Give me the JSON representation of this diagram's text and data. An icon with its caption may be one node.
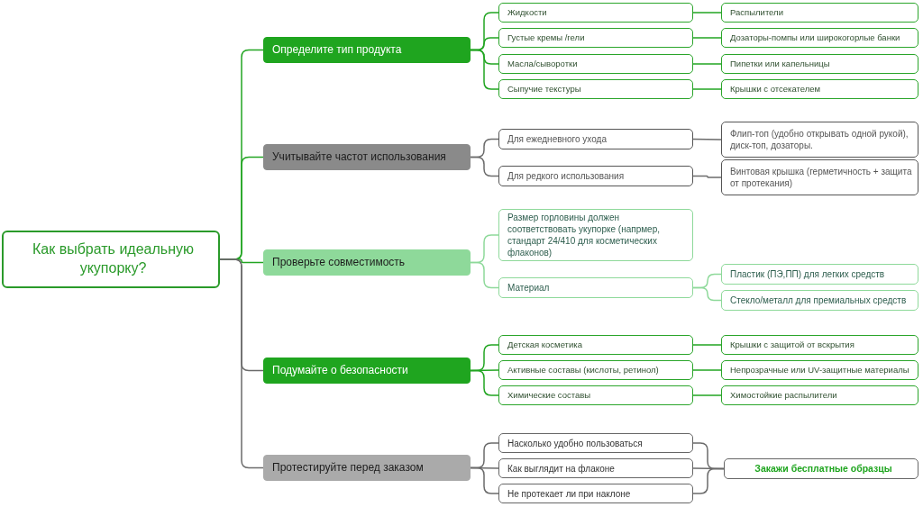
{
  "diagram": {
    "nodes": [
      {
        "text": [
          "Как выбрать идеальную укупорку?"
        ]
      },
      {
        "text": [
          "Определите тип продукта"
        ]
      },
      {
        "text": [
          "Жидкости"
        ]
      },
      {
        "text": [
          "Густые кремы /гели"
        ]
      },
      {
        "text": [
          "Масла/сыворотки"
        ]
      },
      {
        "text": [
          "Сыпучие текстуры"
        ]
      },
      {
        "text": [
          "Распылители"
        ]
      },
      {
        "text": [
          "Дозаторы-помпы или широкогорлые банки"
        ]
      },
      {
        "text": [
          "Пипетки или капельницы"
        ]
      },
      {
        "text": [
          "Крышки с отсекателем"
        ]
      },
      {
        "text": [
          "Учитывайте частот использования"
        ]
      },
      {
        "text": [
          "Для ежедневного ухода"
        ]
      },
      {
        "text": [
          "Для редкого использования"
        ]
      },
      {
        "text": [
          "Флип-топ (удобно открывать одной рукой), диск-топ, дозаторы."
        ]
      },
      {
        "text": [
          "Винтовая крышка (герметичность + защита от протекания)"
        ]
      },
      {
        "text": [
          "Проверьте совместимость"
        ]
      },
      {
        "text": [
          "Размер горловины должен соответствовать укупорке (напрмер, стандарт 24/410 для косметических флаконов)"
        ]
      },
      {
        "text": [
          "Материал"
        ]
      },
      {
        "text": [
          "Пластик (ПЭ,ПП) для легких средств"
        ]
      },
      {
        "text": [
          "Стекло/металл для премиальных средств"
        ]
      },
      {
        "text": [
          "Подумайте о безопасности"
        ]
      },
      {
        "text": [
          "Детская косметика"
        ]
      },
      {
        "text": [
          "Активные составы (кислоты, ретинол)"
        ]
      },
      {
        "text": [
          "Химические составы"
        ]
      },
      {
        "text": [
          "Крышки с защитой от вскрытия"
        ]
      },
      {
        "text": [
          "Непрозрачные или UV-защитные материалы"
        ]
      },
      {
        "text": [
          "Химостойкие распылители"
        ]
      },
      {
        "text": [
          "Протестируйте перед заказом"
        ]
      },
      {
        "text": [
          "Насколько удобно пользоваться"
        ]
      },
      {
        "text": [
          "Как выглядит на флаконе"
        ]
      },
      {
        "text": [
          "Не протекает ли при наклоне"
        ]
      },
      {
        "text": [
          "Закажи бесплатные образцы"
        ]
      }
    ],
    "edges": [
      {
        "from": 0,
        "to": 1,
        "arrow": "none"
      },
      {
        "from": 0,
        "to": 10,
        "arrow": "none"
      },
      {
        "from": 0,
        "to": 15,
        "arrow": "none"
      },
      {
        "from": 0,
        "to": 20,
        "arrow": "none",
        "color": "#6b6b6b"
      },
      {
        "from": 0,
        "to": 27,
        "arrow": "none",
        "color": "#6b6b6b"
      },
      {
        "from": 1,
        "to": 2,
        "arrow": "none"
      },
      {
        "from": 1,
        "to": 3,
        "arrow": "none"
      },
      {
        "from": 1,
        "to": 4,
        "arrow": "none"
      },
      {
        "from": 1,
        "to": 5,
        "arrow": "none"
      },
      {
        "from": 2,
        "to": 6,
        "arrow": "none"
      },
      {
        "from": 3,
        "to": 7,
        "arrow": "none"
      },
      {
        "from": 4,
        "to": 8,
        "arrow": "none"
      },
      {
        "from": 5,
        "to": 9,
        "arrow": "none"
      },
      {
        "from": 10,
        "to": 11,
        "arrow": "none",
        "color": "#6b6b6b"
      },
      {
        "from": 10,
        "to": 12,
        "arrow": "none",
        "color": "#6b6b6b"
      },
      {
        "from": 11,
        "to": 13,
        "arrow": "none",
        "color": "#6b6b6b"
      },
      {
        "from": 12,
        "to": 14,
        "arrow": "none",
        "color": "#6b6b6b"
      },
      {
        "from": 15,
        "to": 16,
        "arrow": "none",
        "color": "#8ed99a"
      },
      {
        "from": 15,
        "to": 17,
        "arrow": "none",
        "color": "#8ed99a"
      },
      {
        "from": 17,
        "to": 18,
        "arrow": "none",
        "color": "#8ed99a"
      },
      {
        "from": 17,
        "to": 19,
        "arrow": "none",
        "color": "#8ed99a"
      },
      {
        "from": 20,
        "to": 21,
        "arrow": "none"
      },
      {
        "from": 20,
        "to": 22,
        "arrow": "none"
      },
      {
        "from": 20,
        "to": 23,
        "arrow": "none"
      },
      {
        "from": 21,
        "to": 24,
        "arrow": "none"
      },
      {
        "from": 22,
        "to": 25,
        "arrow": "none"
      },
      {
        "from": 23,
        "to": 26,
        "arrow": "none"
      },
      {
        "from": 27,
        "to": 28,
        "arrow": "none",
        "color": "#6b6b6b"
      },
      {
        "from": 27,
        "to": 29,
        "arrow": "none",
        "color": "#6b6b6b"
      },
      {
        "from": 27,
        "to": 30,
        "arrow": "none",
        "color": "#6b6b6b"
      },
      {
        "from": 28,
        "to": 31,
        "arrow": "none",
        "color": "#6b6b6b"
      },
      {
        "from": 29,
        "to": 31,
        "arrow": "none",
        "color": "#6b6b6b"
      },
      {
        "from": 30,
        "to": 31,
        "arrow": "none",
        "color": "#6b6b6b"
      }
    ]
  }
}
